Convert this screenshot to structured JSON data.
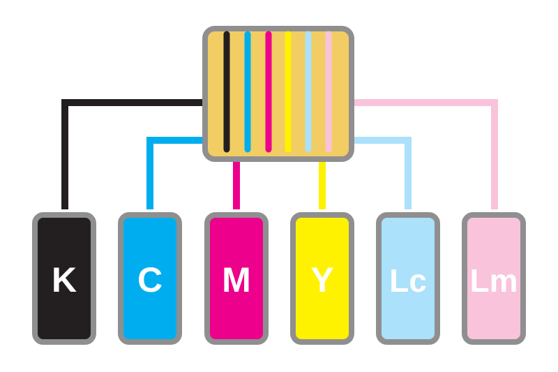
{
  "diagram": {
    "head_color": "#f2cd63",
    "frame_color": "#8f8f8f",
    "inks": [
      {
        "label": "K",
        "color": "#231f20",
        "text_color": "#ffffff"
      },
      {
        "label": "C",
        "color": "#00aeef",
        "text_color": "#ffffff"
      },
      {
        "label": "M",
        "color": "#ec008c",
        "text_color": "#ffffff"
      },
      {
        "label": "Y",
        "color": "#fff200",
        "text_color": "#ffffff"
      },
      {
        "label": "Lc",
        "color": "#abe1fa",
        "text_color": "#ffffff"
      },
      {
        "label": "Lm",
        "color": "#f9c3dc",
        "text_color": "#ffffff"
      }
    ]
  }
}
